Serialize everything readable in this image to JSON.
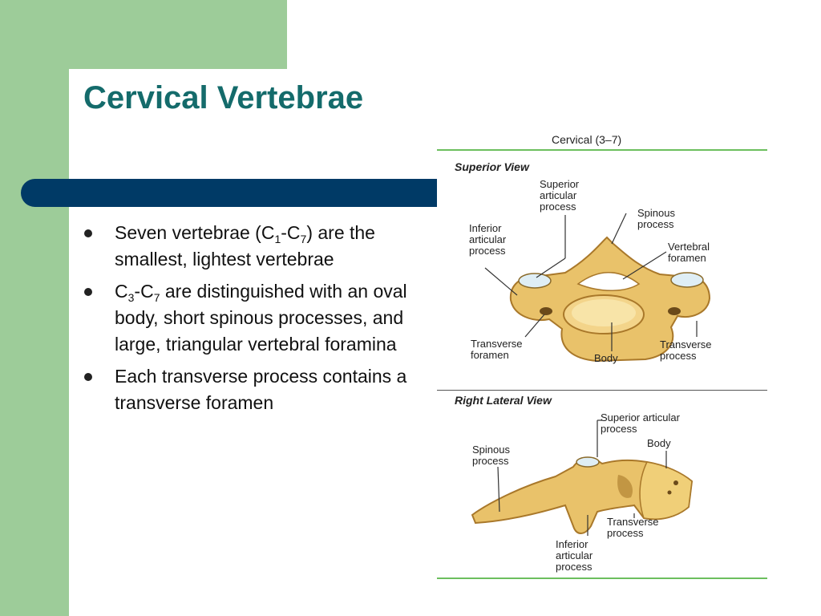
{
  "slide": {
    "title": "Cervical Vertebrae",
    "bullets": [
      {
        "prefix": "Seven vertebrae (C",
        "sub1": "1",
        "mid": "-C",
        "sub2": "7",
        "suffix": ") are the smallest, lightest vertebrae"
      },
      {
        "prefix": "C",
        "sub1": "3",
        "mid": "-C",
        "sub2": "7",
        "suffix": " are distinguished with an oval body, short spinous processes, and large, triangular vertebral foramina"
      },
      {
        "text": "Each transverse process contains a transverse foramen"
      }
    ]
  },
  "figure": {
    "header": "Cervical (3–7)",
    "superior_view": {
      "heading": "Superior View",
      "labels": {
        "superior_articular": [
          "Superior",
          "articular",
          "process"
        ],
        "inferior_articular": [
          "Inferior",
          "articular",
          "process"
        ],
        "spinous": [
          "Spinous",
          "process"
        ],
        "vertebral_foramen": [
          "Vertebral",
          "foramen"
        ],
        "transverse_foramen": [
          "Transverse",
          "foramen"
        ],
        "body": [
          "Body"
        ],
        "transverse_process": [
          "Transverse",
          "process"
        ]
      }
    },
    "lateral_view": {
      "heading": "Right Lateral View",
      "labels": {
        "superior_articular": [
          "Superior articular",
          "process"
        ],
        "body": [
          "Body"
        ],
        "spinous": [
          "Spinous",
          "process"
        ],
        "transverse_process": [
          "Transverse",
          "process"
        ],
        "inferior_articular": [
          "Inferior",
          "articular",
          "process"
        ]
      }
    },
    "colors": {
      "bone": "#e9c26a",
      "bone_dark": "#b8862e",
      "rule": "#6cbf5e"
    }
  }
}
